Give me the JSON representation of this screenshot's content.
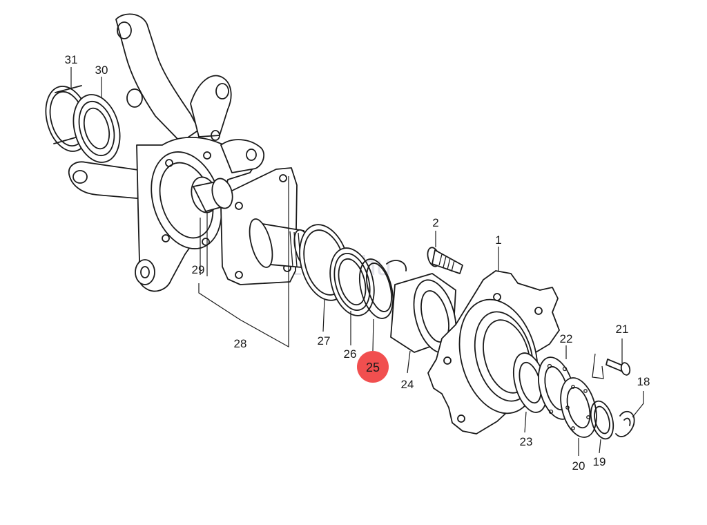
{
  "diagram": {
    "watermark_text": "zuki4.hu",
    "highlight_color": "#f03c3c",
    "labels": {
      "p1": "1",
      "p2": "2",
      "p18": "18",
      "p19": "19",
      "p20": "20",
      "p21": "21",
      "p22": "22",
      "p23": "23",
      "p24": "24",
      "p25": "25",
      "p26": "26",
      "p27": "27",
      "p28": "28",
      "p29": "29",
      "p30": "30",
      "p31": "31"
    },
    "highlighted_part": "25"
  }
}
